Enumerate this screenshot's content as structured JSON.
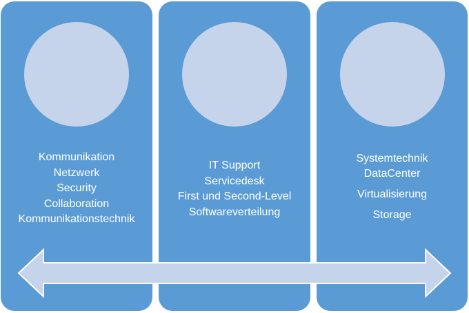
{
  "columns": [
    {
      "items": [
        "Kommunikation",
        "Netzwerk",
        "Security",
        "Collaboration",
        "Kommunikationstechnik"
      ]
    },
    {
      "items": [
        "IT Support",
        "Servicedesk",
        "First und Second-Level",
        "Softwareverteilung"
      ]
    },
    {
      "items": [
        "Systemtechnik",
        "DataCenter",
        "Virtualisierung",
        "Storage"
      ]
    }
  ],
  "colors": {
    "panel": "#5b9bd5",
    "circle": "#c5d4eb",
    "arrow_fill": "#c5d4eb",
    "arrow_stroke": "#ffffff",
    "text": "#ffffff"
  }
}
